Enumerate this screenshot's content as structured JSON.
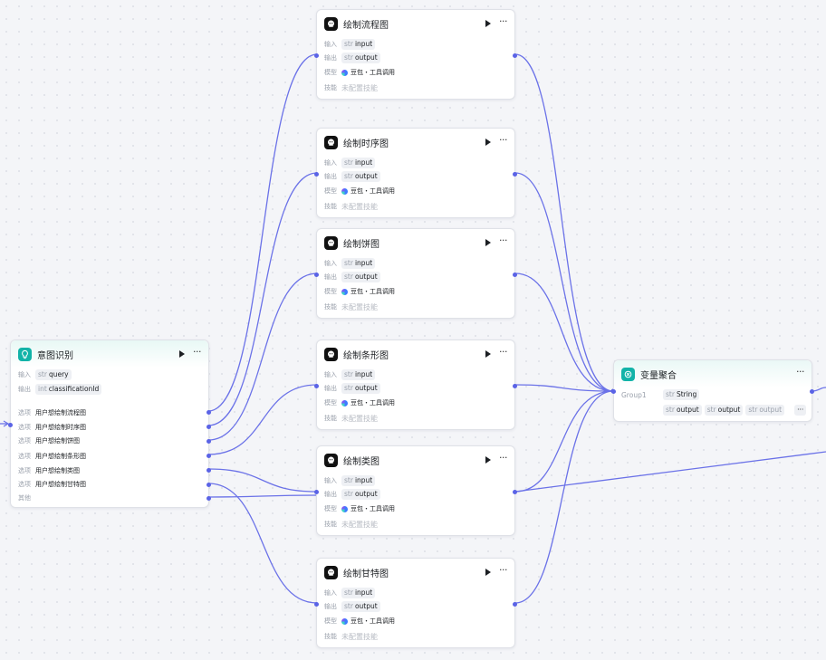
{
  "labels": {
    "input": "输入",
    "output": "输出",
    "model": "模型",
    "skill": "技能",
    "option": "选项",
    "other": "其他"
  },
  "types": {
    "str": "str",
    "int": "int"
  },
  "icons": {
    "llm": "robot-icon",
    "intent": "lightbulb-icon",
    "aggregate": "merge-icon",
    "run": "play-icon",
    "more": "more-icon"
  },
  "colors": {
    "edge": "#5a63e6",
    "teal": "#12b3a8",
    "canvas": "#f4f5f8"
  },
  "intent_node": {
    "title": "意图识别",
    "input_name": "query",
    "output_name": "classificationId",
    "options": [
      "用户想绘制流程图",
      "用户想绘制时序图",
      "用户想绘制饼图",
      "用户想绘制条形图",
      "用户想绘制类图",
      "用户想绘制甘特图"
    ],
    "run_icon": "▶",
    "more_icon": "···"
  },
  "llm_nodes": [
    {
      "title": "绘制流程图",
      "input": "input",
      "output": "output",
      "model": "豆包・工具调用",
      "skill": "未配置技能"
    },
    {
      "title": "绘制时序图",
      "input": "input",
      "output": "output",
      "model": "豆包・工具调用",
      "skill": "未配置技能"
    },
    {
      "title": "绘制饼图",
      "input": "input",
      "output": "output",
      "model": "豆包・工具调用",
      "skill": "未配置技能"
    },
    {
      "title": "绘制条形图",
      "input": "input",
      "output": "output",
      "model": "豆包・工具调用",
      "skill": "未配置技能"
    },
    {
      "title": "绘制类图",
      "input": "input",
      "output": "output",
      "model": "豆包・工具调用",
      "skill": "未配置技能"
    },
    {
      "title": "绘制甘特图",
      "input": "input",
      "output": "output",
      "model": "豆包・工具调用",
      "skill": "未配置技能"
    }
  ],
  "aggregate_node": {
    "title": "变量聚合",
    "group": "Group1",
    "group_type": "String",
    "vars": [
      "output",
      "output",
      "output"
    ],
    "overflow": "···"
  }
}
